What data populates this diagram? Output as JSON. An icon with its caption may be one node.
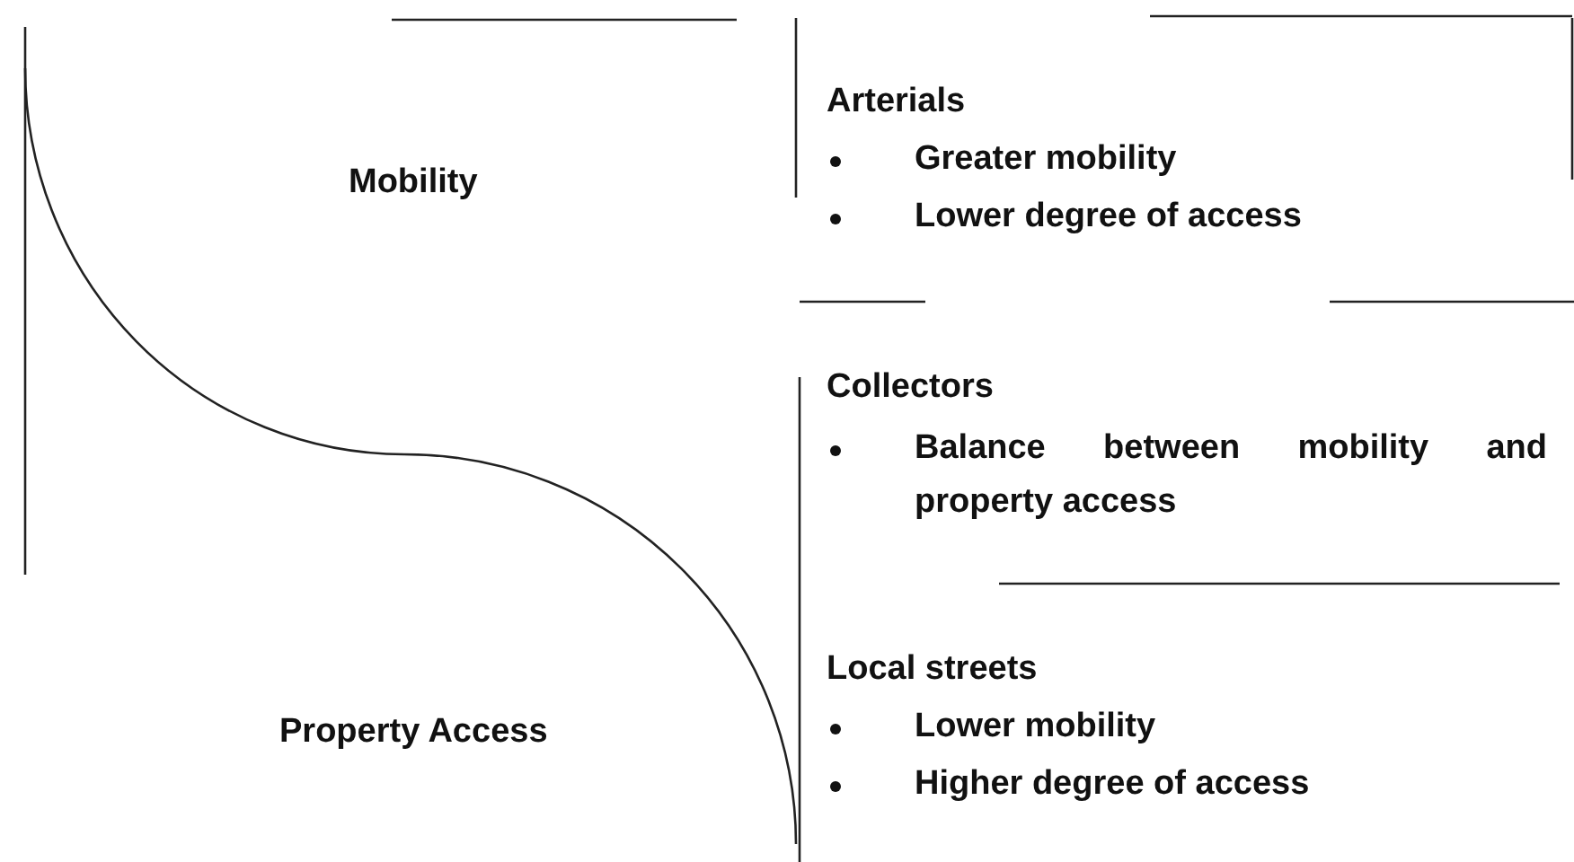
{
  "diagram": {
    "labels": [
      "Mobility",
      "Arterials",
      "Greater mobility",
      "Lower degree of access",
      "Collectors",
      "Balance between mobility and property access",
      "Property Access",
      "Local streets",
      "Lower mobility",
      "Higher degree of access"
    ]
  }
}
